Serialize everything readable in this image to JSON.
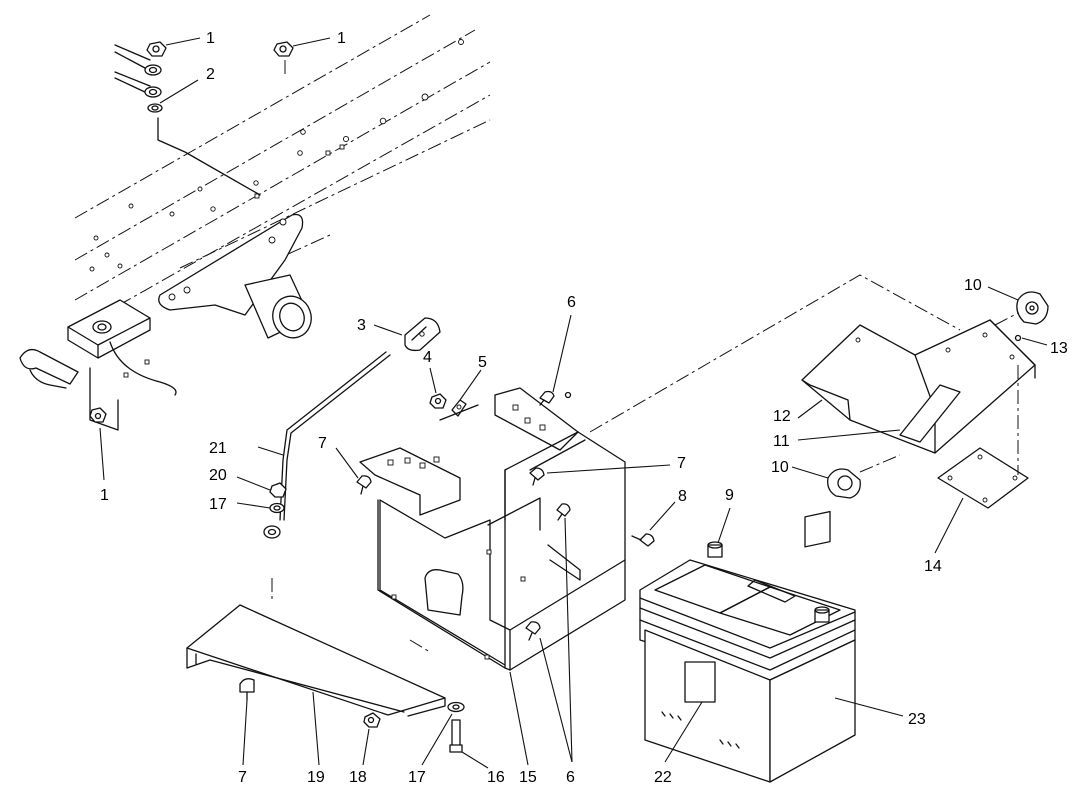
{
  "diagram": {
    "callouts": [
      {
        "id": "c1a",
        "text": "1"
      },
      {
        "id": "c1b",
        "text": "1"
      },
      {
        "id": "c1c",
        "text": "1"
      },
      {
        "id": "c2",
        "text": "2"
      },
      {
        "id": "c3",
        "text": "3"
      },
      {
        "id": "c4",
        "text": "4"
      },
      {
        "id": "c5",
        "text": "5"
      },
      {
        "id": "c6a",
        "text": "6"
      },
      {
        "id": "c6b",
        "text": "6"
      },
      {
        "id": "c7a",
        "text": "7"
      },
      {
        "id": "c7b",
        "text": "7"
      },
      {
        "id": "c7c",
        "text": "7"
      },
      {
        "id": "c8",
        "text": "8"
      },
      {
        "id": "c9",
        "text": "9"
      },
      {
        "id": "c10a",
        "text": "10"
      },
      {
        "id": "c10b",
        "text": "10"
      },
      {
        "id": "c11",
        "text": "11"
      },
      {
        "id": "c12",
        "text": "12"
      },
      {
        "id": "c13",
        "text": "13"
      },
      {
        "id": "c14",
        "text": "14"
      },
      {
        "id": "c15",
        "text": "15"
      },
      {
        "id": "c16",
        "text": "16"
      },
      {
        "id": "c17a",
        "text": "17"
      },
      {
        "id": "c17b",
        "text": "17"
      },
      {
        "id": "c18",
        "text": "18"
      },
      {
        "id": "c19",
        "text": "19"
      },
      {
        "id": "c20",
        "text": "20"
      },
      {
        "id": "c21",
        "text": "21"
      },
      {
        "id": "c22",
        "text": "22"
      },
      {
        "id": "c23",
        "text": "23"
      }
    ]
  }
}
